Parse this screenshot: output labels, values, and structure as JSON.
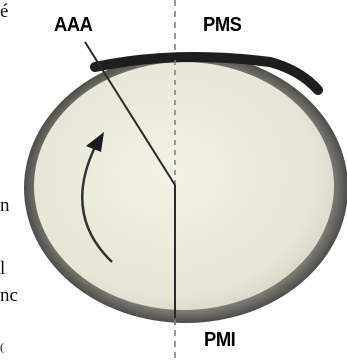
{
  "labels": {
    "top_dead_center_advance": "AAA",
    "top_dead_center": "PMS",
    "bottom_dead_center": "PMI"
  },
  "cropped_text": [
    "é",
    "n",
    "l",
    "nc",
    "("
  ],
  "colors": {
    "disc_fill": "#ebebde",
    "disc_rim": "#6e6e6e",
    "arc_dark": "#1e1e1e",
    "line_color": "#2a2a2a",
    "dashed_axis": "#8a8a8a",
    "text_color": "#000000"
  },
  "icons": {
    "rotation_arrow": "curved-arrow-icon"
  }
}
